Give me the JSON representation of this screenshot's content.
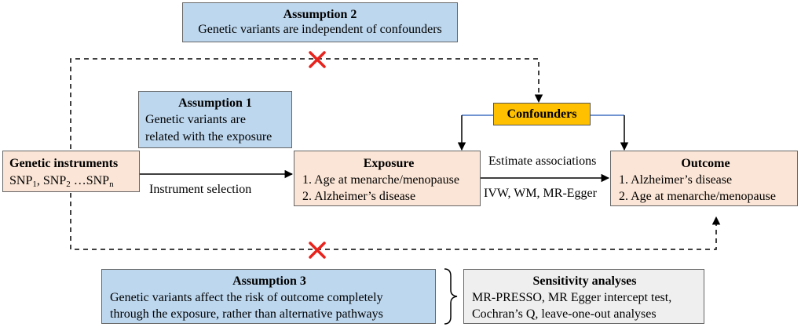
{
  "assumption2": {
    "title": "Assumption 2",
    "text": "Genetic variants are independent of confounders"
  },
  "assumption1": {
    "title": "Assumption 1",
    "lines": [
      "Genetic variants are",
      "related with the exposure"
    ]
  },
  "assumption3": {
    "title": "Assumption 3",
    "lines": [
      "Genetic variants affect the risk of outcome completely",
      "through the exposure, rather than alternative pathways"
    ]
  },
  "genetic_instruments": {
    "title": "Genetic instruments",
    "snp1": "SNP",
    "sub1": "1",
    "snp2": ", SNP",
    "sub2": "2",
    "snpn": " …SNP",
    "subn": "n"
  },
  "confounders": {
    "label": "Confounders"
  },
  "exposure": {
    "title": "Exposure",
    "items": [
      "1. Age at menarche/menopause",
      "2. Alzheimer’s  disease"
    ]
  },
  "outcome": {
    "title": "Outcome",
    "items": [
      "1. Alzheimer’s  disease",
      "2. Age at menarche/menopause"
    ]
  },
  "sensitivity": {
    "title": "Sensitivity analyses",
    "lines": [
      "MR-PRESSO, MR Egger intercept test,",
      "Cochran’s Q, leave-one-out analyses"
    ]
  },
  "edge_labels": {
    "instrument_selection": "Instrument  selection",
    "estimate_associations": "Estimate associations",
    "methods": "IVW, WM, MR-Egger"
  },
  "colors": {
    "assumption_fill": "#bdd7ee",
    "node_fill": "#fbe5d6",
    "confounder_fill": "#ffc000",
    "sensitivity_fill": "#efefef",
    "violation_mark": "#e8221c",
    "confounder_link": "#4472c4"
  }
}
